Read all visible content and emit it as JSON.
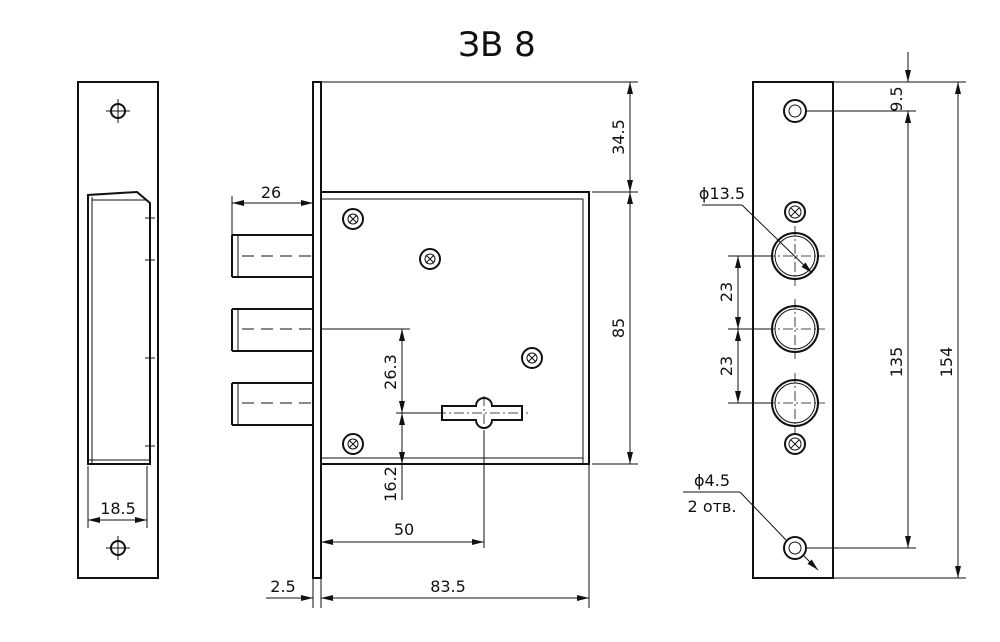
{
  "title": "ЗВ 8",
  "dimensions": {
    "faceplate_width": "18.5",
    "bolt_projection": "26",
    "top_offset": "34.5",
    "body_height": "85",
    "bolt_to_key": "26.3",
    "key_to_bottom": "16.2",
    "key_to_face": "50",
    "faceplate_thickness": "2.5",
    "body_length": "83.5",
    "top_hole_offset": "9.5",
    "bolt_hole_diameter": "ϕ13.5",
    "bolt_pitch_upper": "23",
    "bolt_pitch_lower": "23",
    "mounting_hole_spacing": "135",
    "faceplate_length": "154",
    "mounting_hole_diameter": "ϕ4.5",
    "mounting_hole_count": "2 отв."
  }
}
